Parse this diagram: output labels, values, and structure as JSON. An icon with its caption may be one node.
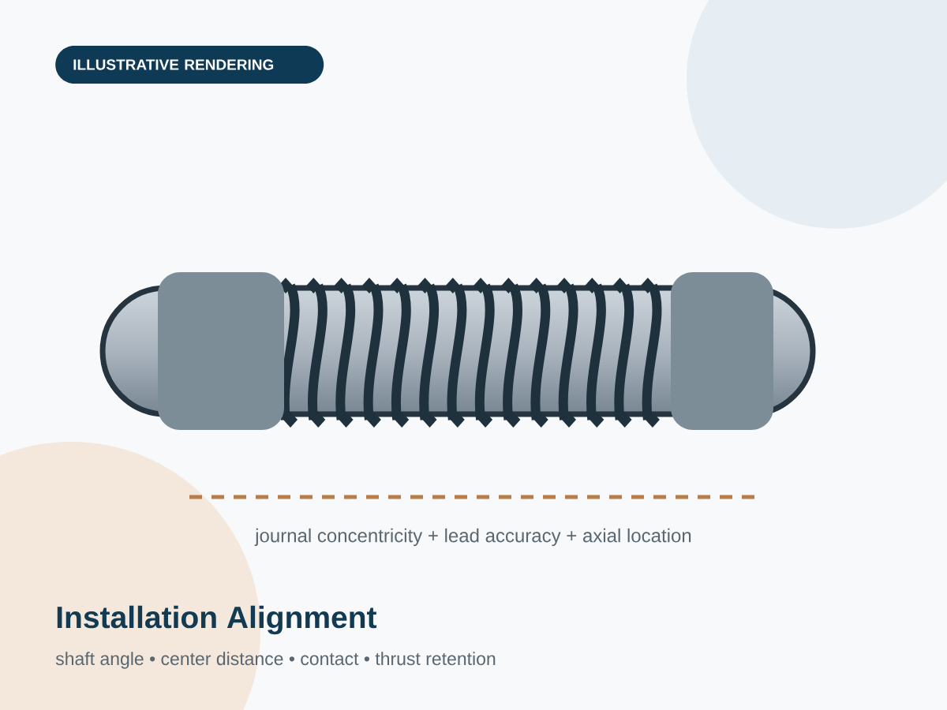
{
  "diagram": {
    "title": "Installation Alignment",
    "caption": "shaft angle • center distance • contact • thrust retention",
    "nodes": [
      {
        "text": [
          "ILLUSTRATIVE RENDERING"
        ]
      }
    ],
    "labels": [
      "journal concentricity + lead accuracy + axial location"
    ]
  }
}
